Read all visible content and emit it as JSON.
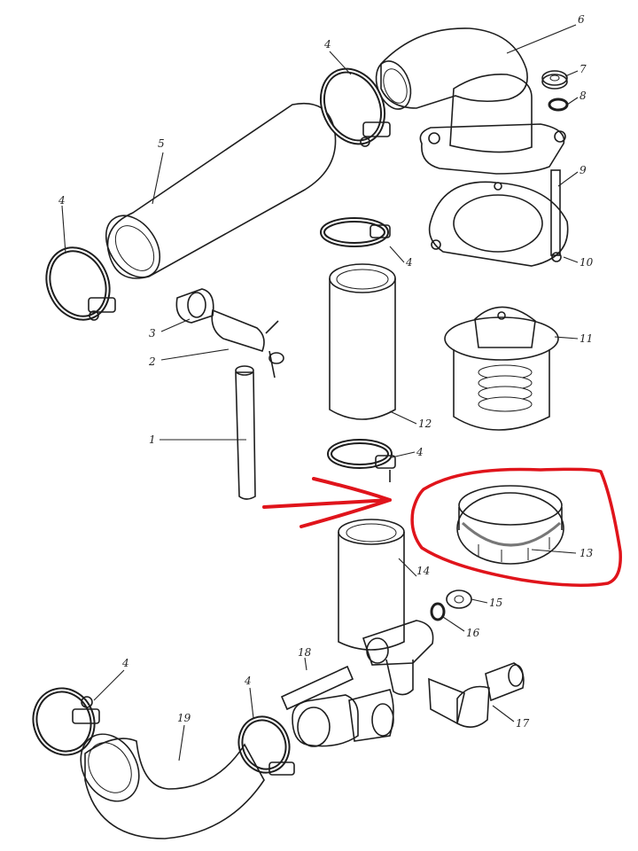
{
  "callouts": [
    {
      "key": "1",
      "text": "1"
    },
    {
      "key": "2",
      "text": "2"
    },
    {
      "key": "3",
      "text": "3"
    },
    {
      "key": "4",
      "text": "4"
    },
    {
      "key": "5",
      "text": "5"
    },
    {
      "key": "6",
      "text": "6"
    },
    {
      "key": "7",
      "text": "7"
    },
    {
      "key": "8",
      "text": "8"
    },
    {
      "key": "9",
      "text": "9"
    },
    {
      "key": "10",
      "text": "10"
    },
    {
      "key": "11",
      "text": "11"
    },
    {
      "key": "12",
      "text": "12"
    },
    {
      "key": "13",
      "text": "13"
    },
    {
      "key": "14",
      "text": "14"
    },
    {
      "key": "15",
      "text": "15"
    },
    {
      "key": "16",
      "text": "16"
    },
    {
      "key": "17",
      "text": "17"
    },
    {
      "key": "18",
      "text": "18"
    },
    {
      "key": "19",
      "text": "19"
    }
  ],
  "annotation": {
    "color": "#e0141b",
    "highlighted_part": "13"
  },
  "colors": {
    "ink": "#1e1e1e",
    "shade": "#7a7a7a",
    "paper": "#ffffff"
  }
}
